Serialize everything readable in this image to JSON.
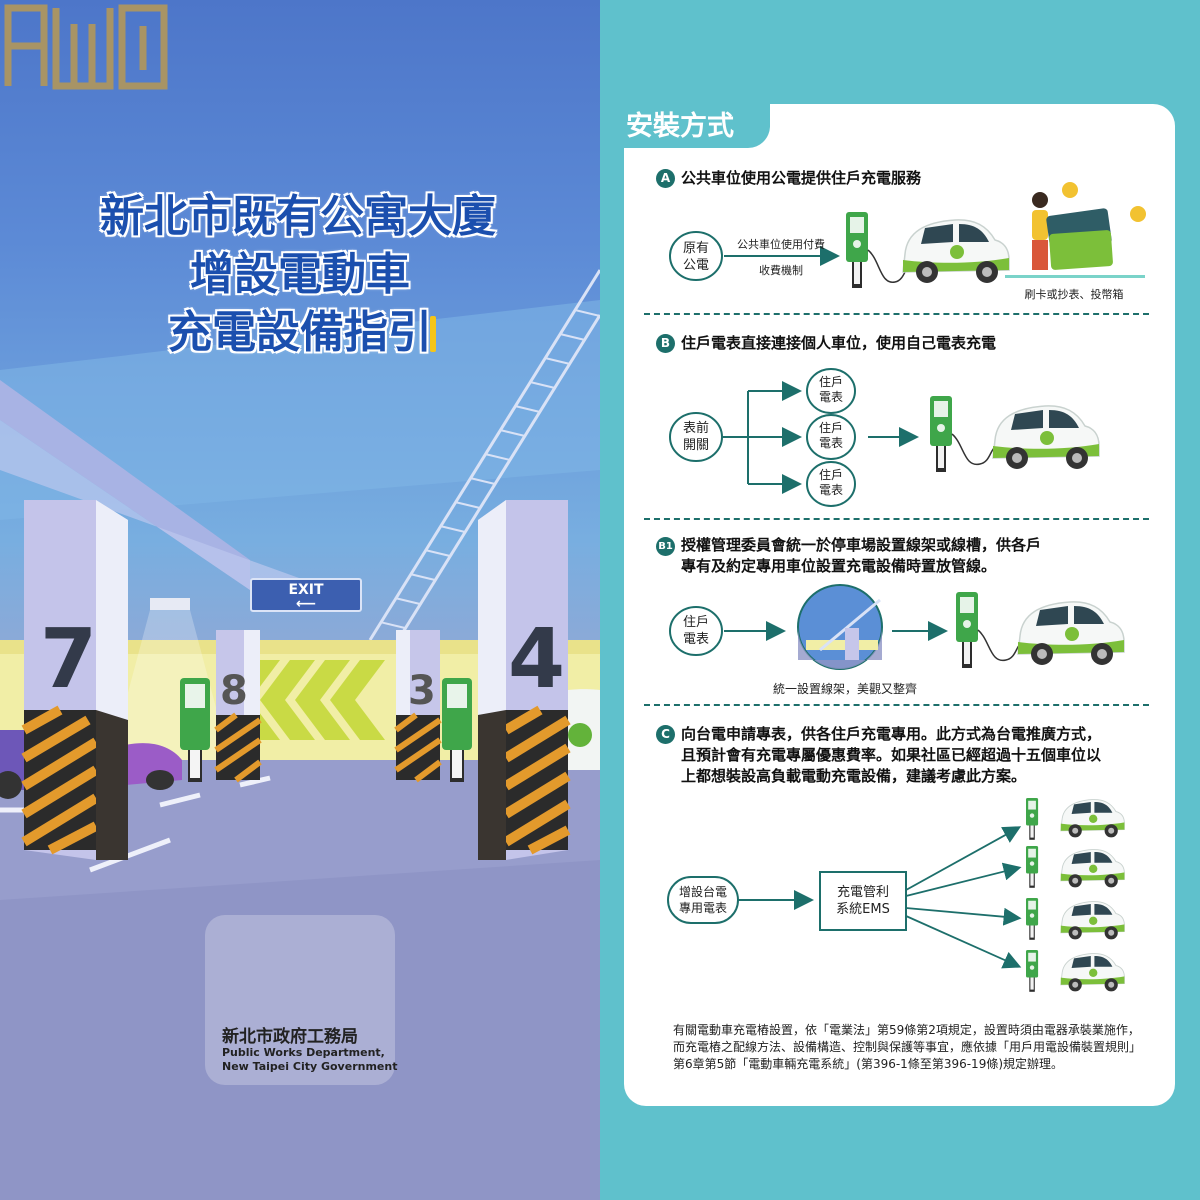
{
  "poster": {
    "title_line1": "新北市既有公寓大廈",
    "title_line2": "增設電動車",
    "title_line3": "充電設備指引",
    "exit_sign": "EXIT",
    "pillar_numbers": [
      "7",
      "8",
      "3",
      "4"
    ],
    "org_name_cn": "新北市政府工務局",
    "org_name_en_line1": "Public Works Department,",
    "org_name_en_line2": "New Taipei City Government"
  },
  "panel": {
    "tab_title": "安裝方式",
    "section_a": {
      "badge": "A",
      "heading": "公共車位使用公電提供住戶充電服務",
      "source_box": "原有\n公電",
      "arrow_label_1": "公共車位使用付費",
      "arrow_label_2": "收費機制",
      "caption": "刷卡或抄表、投幣箱"
    },
    "section_b": {
      "badge": "B",
      "heading": "住戶電表直接連接個人車位，使用自己電表充電",
      "source_box": "表前\n開關",
      "meter_label": "住戶\n電表"
    },
    "section_b1": {
      "badge": "B1",
      "heading_line1": "授權管理委員會統一於停車場設置線架或線槽，供各戶",
      "heading_line2": "專有及約定專用車位設置充電設備時置放管線。",
      "source_box": "住戶\n電表",
      "caption": "統一設置線架，美觀又整齊"
    },
    "section_c": {
      "badge": "C",
      "heading_line1": "向台電申請專表，供各住戶充電專用。此方式為台電推廣方式，",
      "heading_line2": "且預計會有充電專屬優惠費率。如果社區已經超過十五個車位以",
      "heading_line3": "上都想裝設高負載電動充電設備，建議考慮此方案。",
      "source_box": "增設台電\n專用電表",
      "ems_box": "充電管利\n系統EMS"
    },
    "note": "有關電動車充電樁設置，依「電業法」第59條第2項規定，設置時須由電器承裝業施作，而充電樁之配線方法、設備構造、控制與保護等事宜，應依據「用戶用電設備裝置規則」第6章第5節「電動車輛充電系統」(第396-1條至第396-19條)規定辦理。",
    "colors": {
      "accent": "#1d6f6b",
      "teal": "#5fc1cc",
      "car_green": "#7cbf3a"
    }
  }
}
